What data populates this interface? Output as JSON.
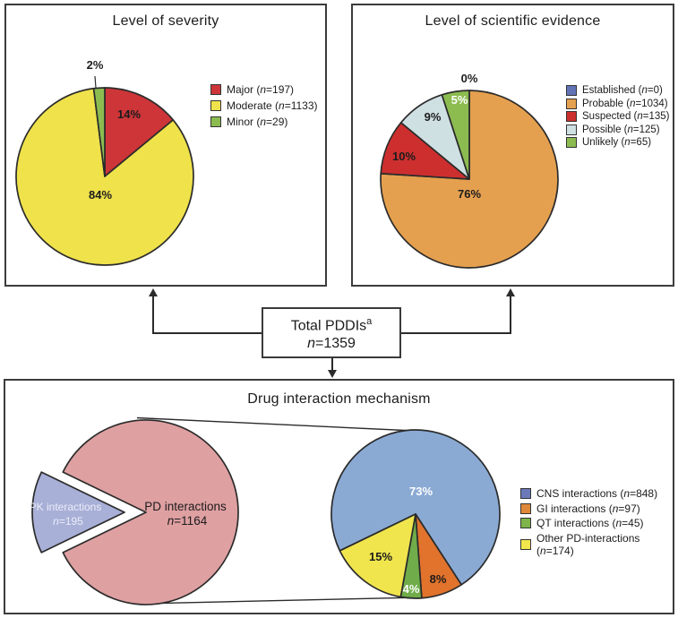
{
  "total_box": {
    "label": "Total PDDIs",
    "superscript": "a",
    "n_italic": "n",
    "n_value": "=1359"
  },
  "chart_data": [
    {
      "type": "pie",
      "id": "severity",
      "title": "Level of severity",
      "legend_position": "right",
      "start_angle_deg": 0,
      "total_n": 1359,
      "slices": [
        {
          "label": "Major",
          "n": 197,
          "pct": 14,
          "color": "#cd3538",
          "pct_label_color": "#1c1c1c",
          "pct_outside": false
        },
        {
          "label": "Moderate",
          "n": 1133,
          "pct": 84,
          "color": "#efe24b",
          "pct_label_color": "#1c1c1c",
          "pct_outside": false
        },
        {
          "label": "Minor",
          "n": 29,
          "pct": 2,
          "color": "#8cbc50",
          "pct_label_color": "#1c1c1c",
          "pct_outside": true
        }
      ]
    },
    {
      "type": "pie",
      "id": "evidence",
      "title": "Level of scientific evidence",
      "legend_position": "right",
      "start_angle_deg": 0,
      "total_n": 1359,
      "slices": [
        {
          "label": "Established",
          "n": 0,
          "pct": 0,
          "color": "#6273b6",
          "pct_label_color": "#1c1c1c",
          "pct_outside": true
        },
        {
          "label": "Probable",
          "n": 1034,
          "pct": 76,
          "color": "#e5a04f",
          "pct_label_color": "#1c1c1c",
          "pct_outside": false
        },
        {
          "label": "Suspected",
          "n": 135,
          "pct": 10,
          "color": "#cd2f2f",
          "pct_label_color": "#1c1c1c",
          "pct_outside": false
        },
        {
          "label": "Possible",
          "n": 125,
          "pct": 9,
          "color": "#cfe0e3",
          "pct_label_color": "#1c1c1c",
          "pct_outside": false
        },
        {
          "label": "Unlikely",
          "n": 65,
          "pct": 5,
          "color": "#8cbc50",
          "pct_label_color": "#ffffff",
          "pct_outside": false
        }
      ]
    },
    {
      "type": "pie-exploded-with-detail",
      "id": "mechanism",
      "title": "Drug interaction mechanism",
      "overview_slices": [
        {
          "label": "PD interactions",
          "n": 1164,
          "color": "#dfa0a2",
          "label_color": "#1c1c1c",
          "exploded": false
        },
        {
          "label": "PK interactions",
          "n": 195,
          "color": "#a8b0d8",
          "label_color": "#ecedf6",
          "exploded": true
        }
      ],
      "detail_start_angle_deg": 244.2,
      "detail_slices": [
        {
          "label": "CNS interactions",
          "n": 848,
          "pct": 73,
          "color": "#8aaad4",
          "swatch_color": "#6b79bb",
          "pct_label_color": "#ffffff"
        },
        {
          "label": "GI interactions",
          "n": 97,
          "pct": 8,
          "color": "#e1732c",
          "swatch_color": "#e0883a",
          "pct_label_color": "#1c1c1c"
        },
        {
          "label": "QT interactions",
          "n": 45,
          "pct": 4,
          "color": "#70ad4a",
          "swatch_color": "#7db54a",
          "pct_label_color": "#ffffff"
        },
        {
          "label": "Other PD-interactions",
          "n": 174,
          "pct": 15,
          "color": "#f0e54d",
          "swatch_color": "#f2e64c",
          "pct_label_color": "#1c1c1c"
        }
      ]
    }
  ]
}
